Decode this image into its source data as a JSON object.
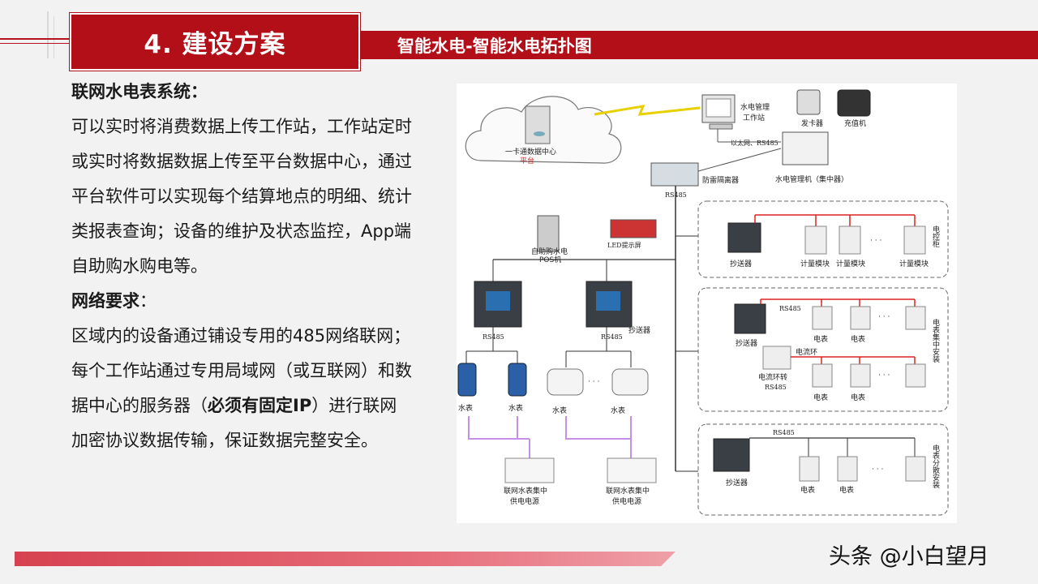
{
  "header": {
    "section_title": "4. 建设方案",
    "banner_title": "智能水电-智能水电拓扑图"
  },
  "content": {
    "heading1": "联网水电表系统：",
    "paragraph1": "可以实时将消费数据上传工作站，工作站定时或实时将数据数据上传至平台数据中心，通过平台软件可以实现每个结算地点的明细、统计类报表查询；设备的维护及状态监控，App端自助购水购电等。",
    "heading2": "网络要求",
    "heading2_colon": "：",
    "paragraph2_part1": "区域内的设备通过铺设专用的485网络联网；每个工作站通过专用局域网（或互联网）和数据中心的服务器（",
    "paragraph2_bold": "必须有固定IP",
    "paragraph2_part2": "）进行联网加密协议数据传输，保证数据完整安全。"
  },
  "watermark": "头条 @小白望月",
  "diagram": {
    "cloud_label": "一卡通数据中心",
    "cloud_sub": "平台",
    "workstation": "水电管理",
    "workstation2": "工作站",
    "card_issuer": "发卡器",
    "recharger": "充值机",
    "network": "以太网、RS485",
    "collector": "水电管理机（集中器）",
    "surge": "防雷隔离器",
    "rs485_top": "RS485",
    "pos": "自助购水电",
    "pos2": "POS机",
    "led": "LED提示屏",
    "rs485_a": "RS485",
    "rs485_b": "RS485",
    "copier": "抄送器",
    "water_meter_1": "水表",
    "water_meter_2": "水表",
    "water_meter_3": "水表",
    "water_meter_4": "水表",
    "power_1": "联网水表集中",
    "power_1b": "供电电源",
    "power_2": "联网水表集中",
    "power_2b": "供电电源",
    "group1_copier": "抄送器",
    "meter_module_1": "计量模块",
    "meter_module_2": "计量模块",
    "meter_module_3": "计量模块",
    "group1_label": "电控柜",
    "group2_rs485": "RS485",
    "group2_copier": "抄送器",
    "elec_1": "电表",
    "elec_2": "电表",
    "current_loop": "电流环",
    "current_conv": "电流环转",
    "current_conv2": "RS485",
    "elec_3": "电表",
    "elec_4": "电表",
    "group2_label": "电表集中安装",
    "group3_rs485": "RS485",
    "group3_copier": "抄送器",
    "elec_5": "电表",
    "elec_6": "电表",
    "group3_label": "电表分散安装",
    "dots": "· · ·"
  },
  "colors": {
    "brand_red": "#b30f18",
    "bottom_bar": "#d64250",
    "purple_wire": "#c58ee8",
    "red_wire": "#d22"
  }
}
